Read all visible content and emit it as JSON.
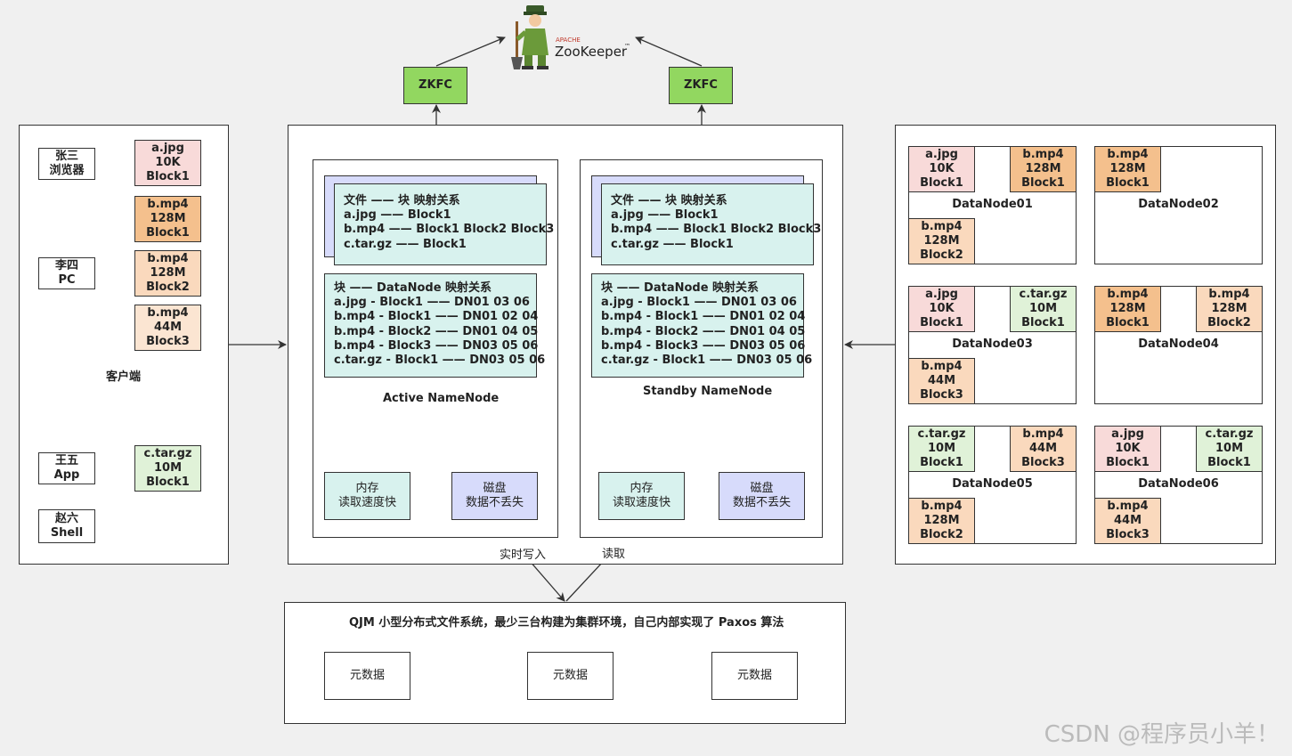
{
  "zookeeper": {
    "apache": "APACHE",
    "name": "ZooKeeper",
    "tm": "™"
  },
  "zkfc_left": "ZKFC",
  "zkfc_right": "ZKFC",
  "client": {
    "label": "客户端",
    "users": [
      {
        "line1": "张三",
        "line2": "浏览器"
      },
      {
        "line1": "李四",
        "line2": "PC"
      },
      {
        "line1": "王五",
        "line2": "App"
      },
      {
        "line1": "赵六",
        "line2": "Shell"
      }
    ],
    "blocks": [
      {
        "file": "a.jpg",
        "size": "10K",
        "block": "Block1"
      },
      {
        "file": "b.mp4",
        "size": "128M",
        "block": "Block1"
      },
      {
        "file": "b.mp4",
        "size": "128M",
        "block": "Block2"
      },
      {
        "file": "b.mp4",
        "size": "44M",
        "block": "Block3"
      },
      {
        "file": "c.tar.gz",
        "size": "10M",
        "block": "Block1"
      }
    ]
  },
  "active": {
    "title": "Active NameNode",
    "file_map": [
      "文件 —— 块 映射关系",
      "a.jpg —— Block1",
      "b.mp4 —— Block1 Block2 Block3",
      "c.tar.gz —— Block1"
    ],
    "dn_map": [
      "块 —— DataNode 映射关系",
      "a.jpg - Block1 —— DN01 03 06",
      "b.mp4 - Block1 —— DN01 02 04",
      "b.mp4 - Block2 —— DN01 04 05",
      "b.mp4 - Block3 —— DN03 05 06",
      "c.tar.gz - Block1 —— DN03 05 06"
    ],
    "mem": {
      "line1": "内存",
      "line2": "读取速度快"
    },
    "disk": {
      "line1": "磁盘",
      "line2": "数据不丢失"
    }
  },
  "standby": {
    "title": "Standby NameNode",
    "file_map": [
      "文件 —— 块 映射关系",
      "a.jpg —— Block1",
      "b.mp4 —— Block1 Block2 Block3",
      "c.tar.gz —— Block1"
    ],
    "dn_map": [
      "块 —— DataNode 映射关系",
      "a.jpg - Block1 —— DN01 03 06",
      "b.mp4 - Block1 —— DN01 02 04",
      "b.mp4 - Block2 —— DN01 04 05",
      "b.mp4 - Block3 —— DN03 05 06",
      "c.tar.gz - Block1 —— DN03 05 06"
    ],
    "mem": {
      "line1": "内存",
      "line2": "读取速度快"
    },
    "disk": {
      "line1": "磁盘",
      "line2": "数据不丢失"
    }
  },
  "write_label": "实时写入",
  "read_label": "读取",
  "qjm": {
    "title": "QJM 小型分布式文件系统，最少三台构建为集群环境，自己内部实现了 Paxos 算法",
    "meta": [
      "元数据",
      "元数据",
      "元数据"
    ]
  },
  "datanodes": [
    {
      "name": "DataNode01",
      "blocks": [
        {
          "file": "a.jpg",
          "size": "10K",
          "block": "Block1",
          "color": "#f8dad9"
        },
        {
          "file": "b.mp4",
          "size": "128M",
          "block": "Block1",
          "color": "#f4c08d"
        },
        {
          "file": "b.mp4",
          "size": "128M",
          "block": "Block2",
          "color": "#fad9bd"
        }
      ]
    },
    {
      "name": "DataNode02",
      "blocks": [
        {
          "file": "b.mp4",
          "size": "128M",
          "block": "Block1",
          "color": "#f4c08d"
        }
      ]
    },
    {
      "name": "DataNode03",
      "blocks": [
        {
          "file": "a.jpg",
          "size": "10K",
          "block": "Block1",
          "color": "#f8dad9"
        },
        {
          "file": "c.tar.gz",
          "size": "10M",
          "block": "Block1",
          "color": "#e0f2d8"
        },
        {
          "file": "b.mp4",
          "size": "44M",
          "block": "Block3",
          "color": "#fad9bd"
        }
      ]
    },
    {
      "name": "DataNode04",
      "blocks": [
        {
          "file": "b.mp4",
          "size": "128M",
          "block": "Block1",
          "color": "#f4c08d"
        },
        {
          "file": "b.mp4",
          "size": "128M",
          "block": "Block2",
          "color": "#fad9bd"
        }
      ]
    },
    {
      "name": "DataNode05",
      "blocks": [
        {
          "file": "c.tar.gz",
          "size": "10M",
          "block": "Block1",
          "color": "#e0f2d8"
        },
        {
          "file": "b.mp4",
          "size": "44M",
          "block": "Block3",
          "color": "#fad9bd"
        },
        {
          "file": "b.mp4",
          "size": "128M",
          "block": "Block2",
          "color": "#fad9bd"
        }
      ]
    },
    {
      "name": "DataNode06",
      "blocks": [
        {
          "file": "a.jpg",
          "size": "10K",
          "block": "Block1",
          "color": "#f8dad9"
        },
        {
          "file": "c.tar.gz",
          "size": "10M",
          "block": "Block1",
          "color": "#e0f2d8"
        },
        {
          "file": "b.mp4",
          "size": "44M",
          "block": "Block3",
          "color": "#fad9bd"
        }
      ]
    }
  ],
  "watermark": "CSDN @程序员小羊！"
}
